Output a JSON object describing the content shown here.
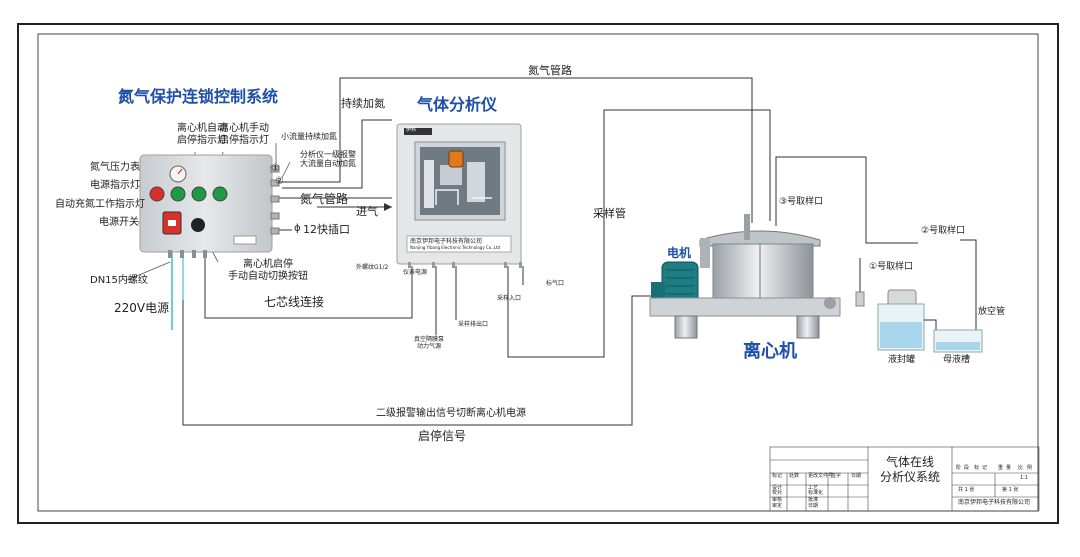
{
  "titles": {
    "control_system": "氮气保护连锁控制系统",
    "analyzer": "气体分析仪",
    "centrifuge": "离心机",
    "motor": "电机"
  },
  "control_box_labels": {
    "auto_lamp": "离心机自动\n启停指示灯",
    "manual_lamp": "离心机手动\n启停指示灯",
    "pressure_gauge": "氮气压力表",
    "power_lamp": "电源指示灯",
    "auto_n2_lamp": "自动充氮工作指示灯",
    "power_switch": "电源开关",
    "thread": "DN15内螺纹",
    "power_supply": "220V电源",
    "centrifuge_switch": "离心机启停\n手动自动切换按钮",
    "quick_port": "12快插口",
    "phi": "ϕ"
  },
  "gas_labels": {
    "continuous_n2": "持续加氮",
    "small_flow": "小流量持续加氮",
    "alarm_big_flow": "分析仪一级报警\n大流量自动加氮",
    "circle_1": "①",
    "circle_2": "②",
    "n2_pipe": "氮气管路",
    "n2_pipe_top": "氮气管路",
    "inlet": "进气",
    "seven_core": "七芯线连接",
    "sampling_pipe": "采样管"
  },
  "analyzer_labels": {
    "company_plate": "南京伊邦电子科技有限公司",
    "cabinet_sub": "Nanjing Yibang Electronic Technology Co.,Ltd",
    "brand": "伊邦",
    "fitting": "外螺纹G1/2",
    "instrument_power": "仪表电源",
    "vacuum_pump": "真空隔膜泵\n动力气源",
    "sample_outlet": "采样排出口",
    "sample_inlet": "采样入口",
    "vent": "标气口"
  },
  "process_labels": {
    "sample_port_3": "③号取样口",
    "sample_port_2": "②号取样口",
    "sample_port_1": "①号取样口",
    "vent_pipe": "放空管",
    "seal_tank": "液封罐",
    "mother_tank": "母液槽"
  },
  "signal_labels": {
    "alarm_cut": "二级报警输出信号切断离心机电源",
    "start_stop": "启停信号"
  },
  "title_block": {
    "name_line1": "气体在线",
    "name_line2": "分析仪系统",
    "left_rows": [
      [
        "标记",
        "处数",
        "更改文件号",
        "签字",
        "日期"
      ],
      [
        "设计",
        "",
        "工艺",
        "",
        ""
      ],
      [
        "校对",
        "",
        "标准化",
        "",
        ""
      ],
      [
        "审核",
        "",
        "批准",
        "",
        ""
      ],
      [
        "审定",
        "",
        "日期",
        "",
        ""
      ]
    ],
    "right_head": [
      "阶",
      "段",
      "标",
      "记",
      "重",
      "量",
      "比",
      "例"
    ],
    "scale": "1:1",
    "sheet_a": "共 1 张",
    "sheet_b": "第 1 张",
    "company": "南京伊邦电子科技有限公司"
  },
  "colors": {
    "line": "#333333",
    "title_blue": "#1f4fa8",
    "box_gray": "#d6d9dc",
    "lamp_red": "#d9302c",
    "lamp_green": "#1f9a47",
    "cable_cyan": "#48c2c9"
  }
}
